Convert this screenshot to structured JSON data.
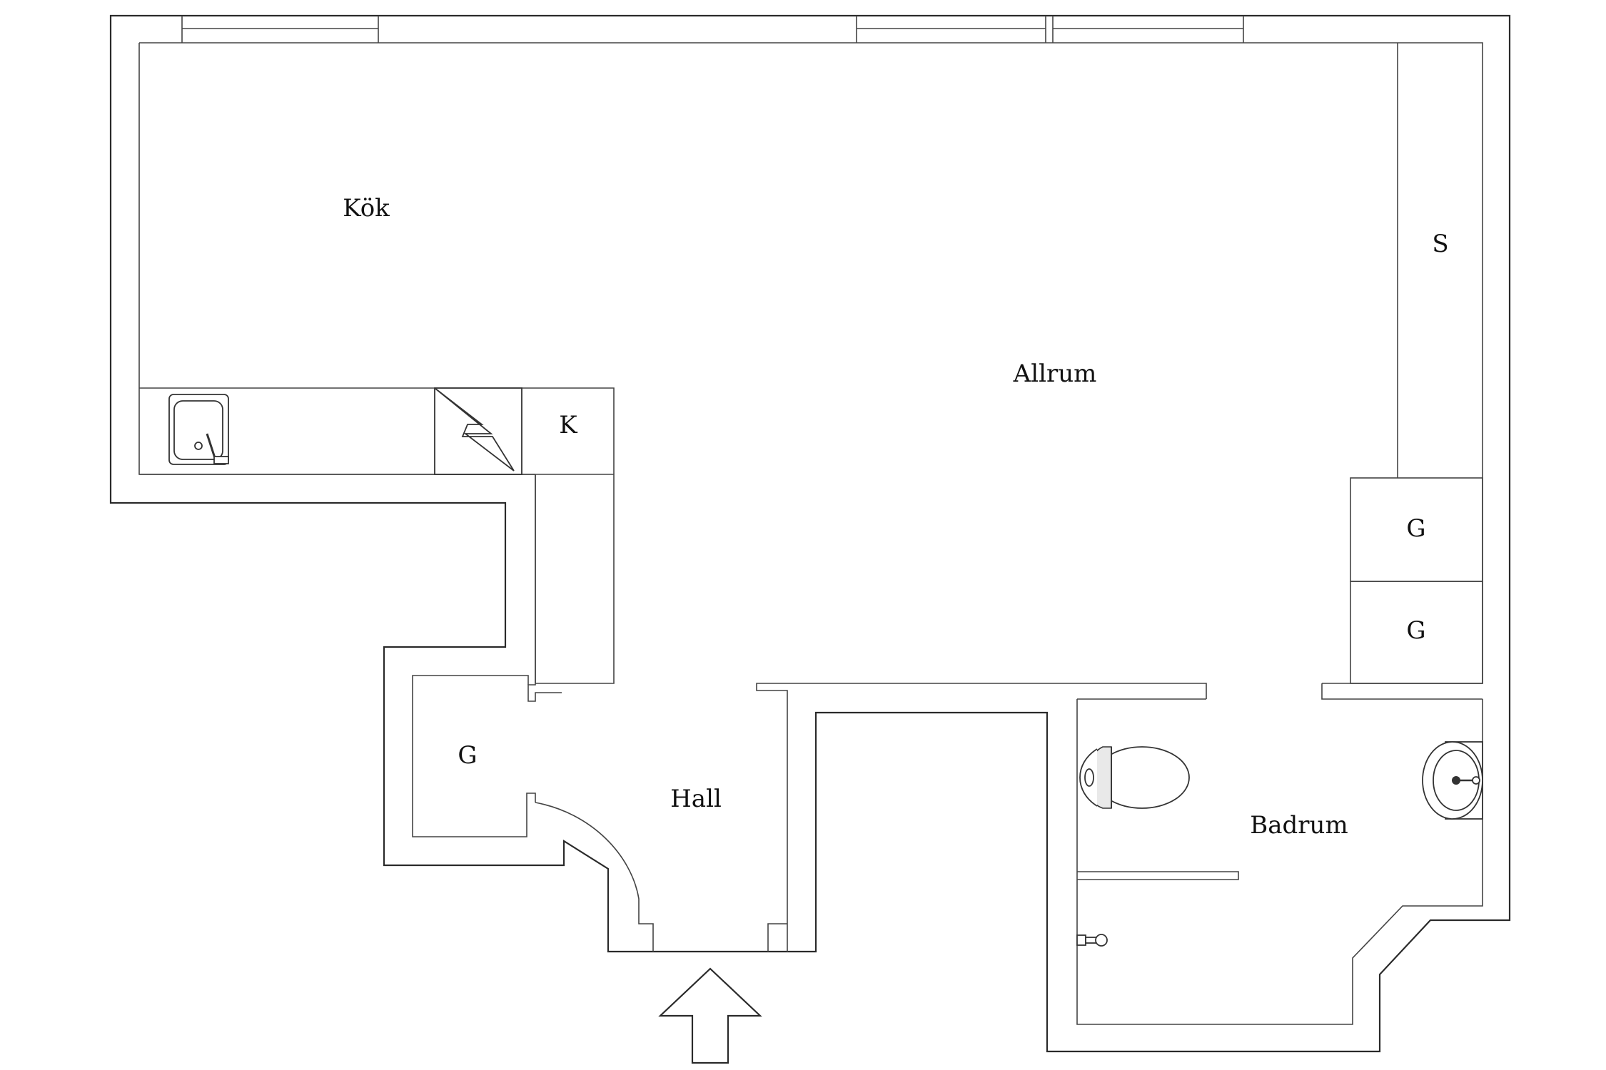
{
  "rooms": {
    "kok": "Kök",
    "allrum": "Allrum",
    "hall": "Hall",
    "badrum": "Badrum"
  },
  "storage": {
    "s": "S",
    "k": "K",
    "g_hall": "G",
    "g_upper": "G",
    "g_lower": "G"
  },
  "icons": {
    "entrance": "entrance-arrow-icon",
    "sink": "kitchen-sink-icon",
    "stove": "stove-icon",
    "toilet": "toilet-icon",
    "washbasin": "washbasin-icon",
    "faucet": "faucet-icon"
  }
}
